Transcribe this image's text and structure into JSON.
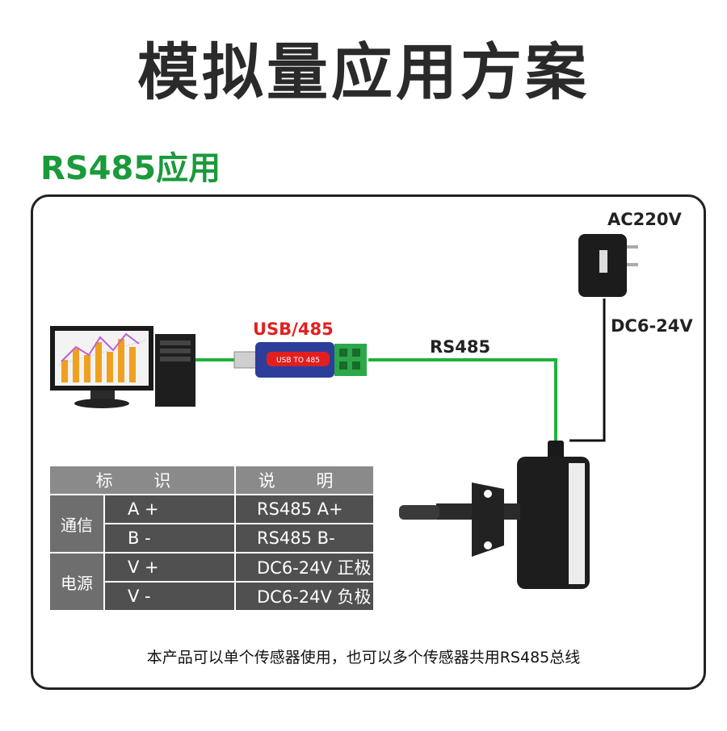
{
  "title": "模拟量应用方案",
  "subtitle": "RS485应用",
  "labels": {
    "usb485": "USB/485",
    "rs485": "RS485",
    "ac": "AC220V",
    "dc": "DC6-24V",
    "converter_top": "USB TO 485"
  },
  "colors": {
    "wire_green": "#1fb23a",
    "title_green": "#1a9a3a",
    "usb_red": "#e32020"
  },
  "table": {
    "headers": [
      "标 识",
      "说 明"
    ],
    "groups": [
      {
        "name": "通信",
        "rows": [
          {
            "id": "A +",
            "desc": "RS485 A+"
          },
          {
            "id": "B -",
            "desc": "RS485 B-"
          }
        ]
      },
      {
        "name": "电源",
        "rows": [
          {
            "id": "V +",
            "desc": "DC6-24V 正极"
          },
          {
            "id": "V -",
            "desc": "DC6-24V 负极"
          }
        ]
      }
    ]
  },
  "note": "本产品可以单个传感器使用，也可以多个传感器共用RS485总线"
}
